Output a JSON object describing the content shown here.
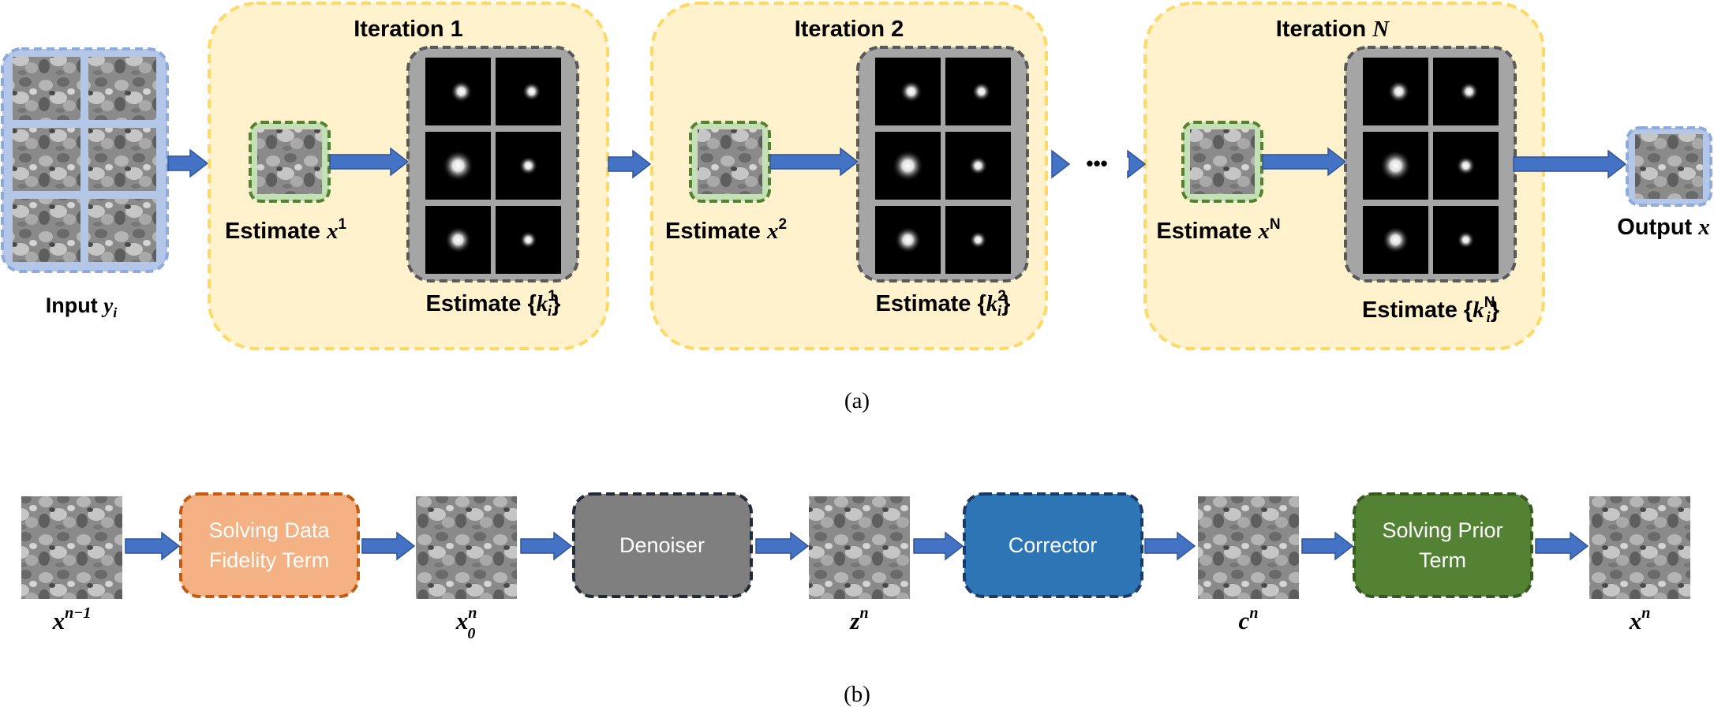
{
  "panel_a": {
    "caption": "(a)",
    "input": {
      "label_prefix": "Input",
      "var": "y",
      "sub": "i"
    },
    "iterations": [
      {
        "title_prefix": "Iteration",
        "title_num": "1",
        "title_var": "",
        "estimate_x": {
          "prefix": "Estimate",
          "var": "x",
          "sup": "1"
        },
        "estimate_k": {
          "prefix": "Estimate",
          "open": "{",
          "var": "k",
          "sup": "1",
          "sub": "i",
          "close": "}"
        }
      },
      {
        "title_prefix": "Iteration",
        "title_num": "2",
        "title_var": "",
        "estimate_x": {
          "prefix": "Estimate",
          "var": "x",
          "sup": "2"
        },
        "estimate_k": {
          "prefix": "Estimate",
          "open": "{",
          "var": "k",
          "sup": "2",
          "sub": "i",
          "close": "}"
        }
      },
      {
        "title_prefix": "Iteration",
        "title_num": "",
        "title_var": "N",
        "estimate_x": {
          "prefix": "Estimate",
          "var": "x",
          "sup": "N"
        },
        "estimate_k": {
          "prefix": "Estimate",
          "open": "{",
          "var": "k",
          "sup": "N",
          "sub": "i",
          "close": "}"
        }
      }
    ],
    "ellipsis": "•••",
    "output": {
      "label_prefix": "Output",
      "var": "x"
    }
  },
  "panel_b": {
    "caption": "(b)",
    "steps": [
      {
        "var": "x",
        "sup": "n−1",
        "sub": ""
      },
      {
        "var": "x",
        "sup": "n",
        "sub": "0"
      },
      {
        "var": "z",
        "sup": "n",
        "sub": ""
      },
      {
        "var": "c",
        "sup": "n",
        "sub": ""
      },
      {
        "var": "x",
        "sup": "n",
        "sub": ""
      }
    ],
    "modules": [
      {
        "line1": "Solving Data",
        "line2": "Fidelity Term",
        "fill": "#f4b183",
        "border": "#c55a11"
      },
      {
        "line1": "Denoiser",
        "line2": "",
        "fill": "#7f7f7f",
        "border": "#222a35"
      },
      {
        "line1": "Corrector",
        "line2": "",
        "fill": "#2e75b6",
        "border": "#1f3864"
      },
      {
        "line1": "Solving Prior",
        "line2": "Term",
        "fill": "#548235",
        "border": "#385723"
      }
    ]
  },
  "colors": {
    "iteration_bg": "#fff2cc",
    "iteration_border": "#ffd966",
    "input_bg": "#b4c7e7",
    "input_border": "#8faadc",
    "estimate_border": "#548235",
    "estimate_bg": "#c5e0b4",
    "kernel_panel": "#a5a5a5",
    "kernel_border": "#595959",
    "arrow": "#4472c4"
  }
}
